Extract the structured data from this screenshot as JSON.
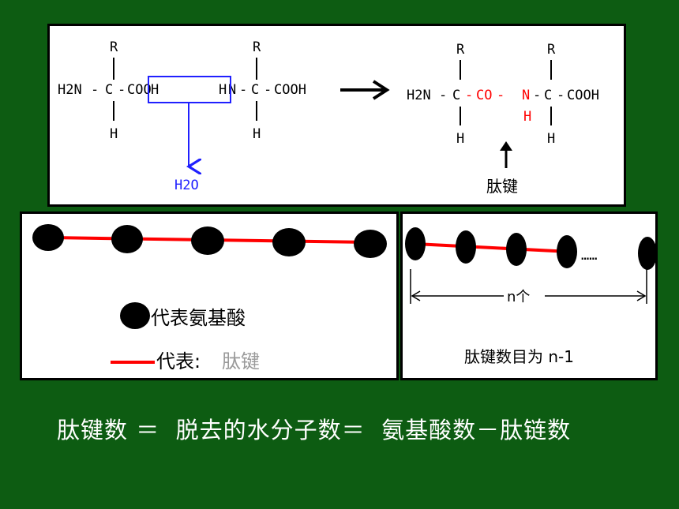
{
  "reaction": {
    "left_acid": {
      "r": "R",
      "h2n": "H2N",
      "dash1": "-",
      "c": "C",
      "dash2": "-",
      "cooh_co": "COO",
      "cooh_h": "H",
      "h": "H"
    },
    "right_acid": {
      "r": "R",
      "hn_h": "H",
      "hn_n": "N",
      "dash1": "-",
      "c": "C",
      "dash2": "-",
      "cooh": "COOH",
      "h": "H"
    },
    "water_label": "H2O",
    "dipeptide": {
      "r1": "R",
      "r2": "R",
      "h2n": "H2N",
      "dash1": "-",
      "c1": "C",
      "dash2": "-",
      "co": "CO",
      "dash3": "-",
      "n": "N",
      "dash4": "-",
      "c2": "C",
      "dash5": "-",
      "cooh": "COOH",
      "h1": "H",
      "nh_h": "H",
      "h2": "H"
    },
    "peptide_bond_label": "肽键",
    "colors": {
      "bond_red": "#ff0000",
      "water_blue": "#2020ff",
      "ink": "#000000"
    }
  },
  "legend": {
    "amino_acid_text": "代表氨基酸",
    "bond_prefix": "代表:",
    "bond_word": "肽键"
  },
  "count_panel": {
    "n_label": "n个",
    "dots": "……",
    "caption": "肽键数目为 n-1"
  },
  "formula": {
    "text": "肽键数 ＝  脱去的水分子数＝  氨基酸数－肽链数"
  }
}
